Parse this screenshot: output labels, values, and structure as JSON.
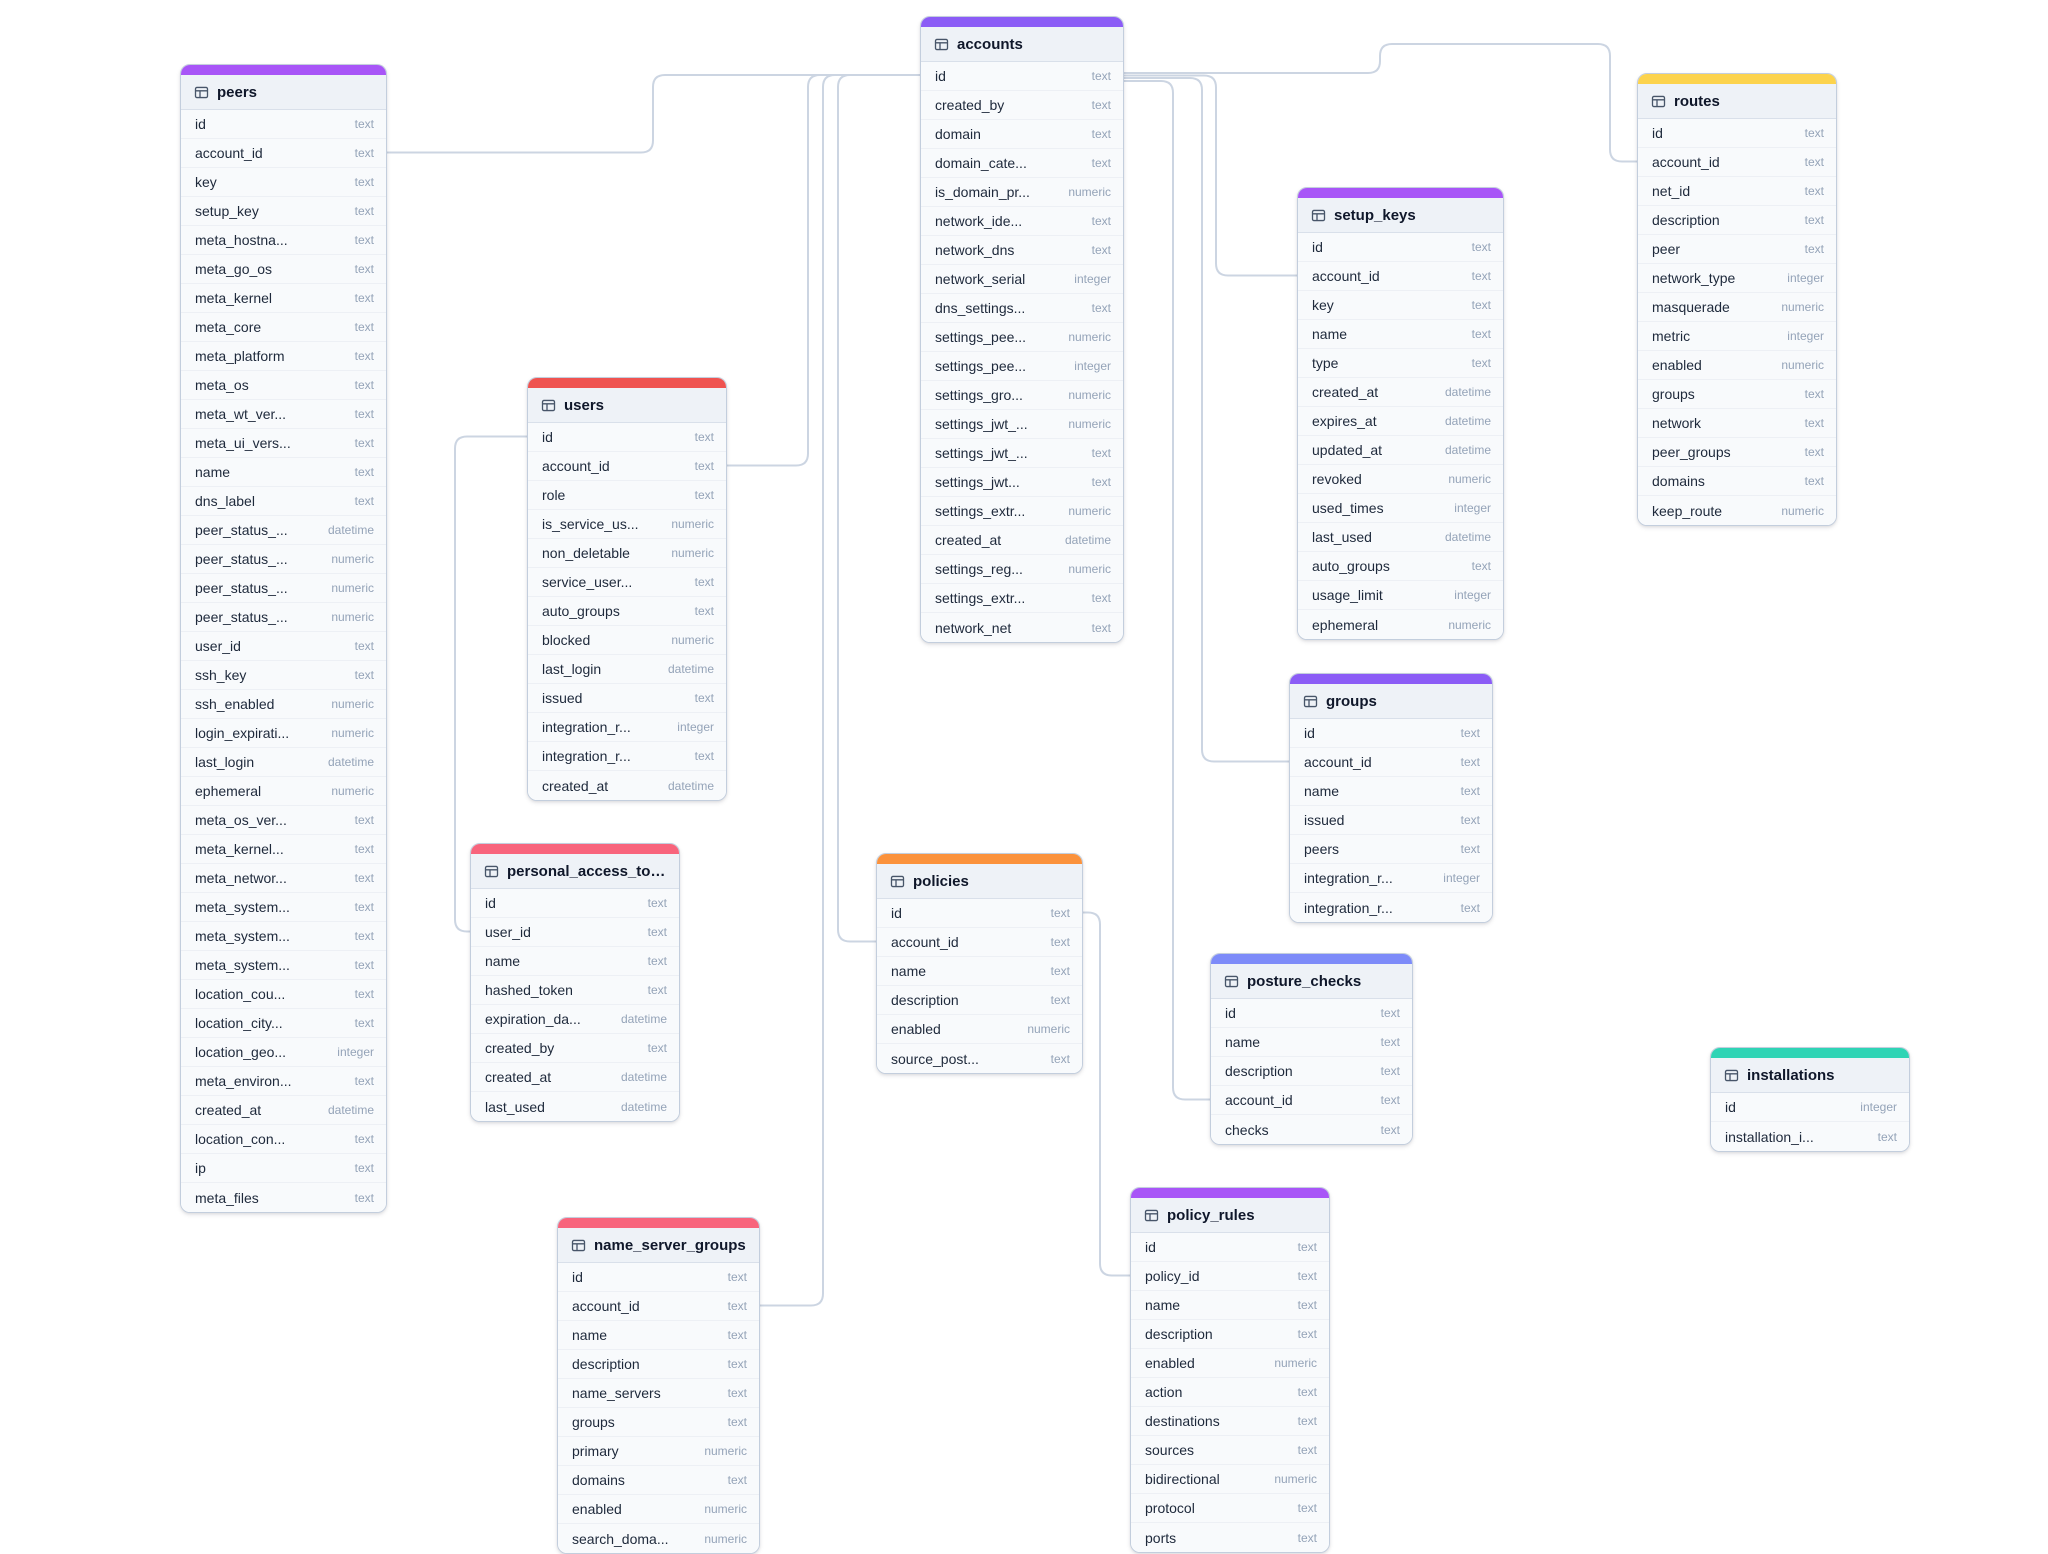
{
  "diagram": {
    "connector_color": "#ccd5e2",
    "tables": [
      {
        "name": "peers",
        "color": "#a855f7",
        "fields": [
          {
            "name": "id",
            "type": "text"
          },
          {
            "name": "account_id",
            "type": "text"
          },
          {
            "name": "key",
            "type": "text"
          },
          {
            "name": "setup_key",
            "type": "text"
          },
          {
            "name": "meta_hostna...",
            "type": "text"
          },
          {
            "name": "meta_go_os",
            "type": "text"
          },
          {
            "name": "meta_kernel",
            "type": "text"
          },
          {
            "name": "meta_core",
            "type": "text"
          },
          {
            "name": "meta_platform",
            "type": "text"
          },
          {
            "name": "meta_os",
            "type": "text"
          },
          {
            "name": "meta_wt_ver...",
            "type": "text"
          },
          {
            "name": "meta_ui_vers...",
            "type": "text"
          },
          {
            "name": "name",
            "type": "text"
          },
          {
            "name": "dns_label",
            "type": "text"
          },
          {
            "name": "peer_status_...",
            "type": "datetime"
          },
          {
            "name": "peer_status_...",
            "type": "numeric"
          },
          {
            "name": "peer_status_...",
            "type": "numeric"
          },
          {
            "name": "peer_status_...",
            "type": "numeric"
          },
          {
            "name": "user_id",
            "type": "text"
          },
          {
            "name": "ssh_key",
            "type": "text"
          },
          {
            "name": "ssh_enabled",
            "type": "numeric"
          },
          {
            "name": "login_expirati...",
            "type": "numeric"
          },
          {
            "name": "last_login",
            "type": "datetime"
          },
          {
            "name": "ephemeral",
            "type": "numeric"
          },
          {
            "name": "meta_os_ver...",
            "type": "text"
          },
          {
            "name": "meta_kernel...",
            "type": "text"
          },
          {
            "name": "meta_networ...",
            "type": "text"
          },
          {
            "name": "meta_system...",
            "type": "text"
          },
          {
            "name": "meta_system...",
            "type": "text"
          },
          {
            "name": "meta_system...",
            "type": "text"
          },
          {
            "name": "location_cou...",
            "type": "text"
          },
          {
            "name": "location_city...",
            "type": "text"
          },
          {
            "name": "location_geo...",
            "type": "integer"
          },
          {
            "name": "meta_environ...",
            "type": "text"
          },
          {
            "name": "created_at",
            "type": "datetime"
          },
          {
            "name": "location_con...",
            "type": "text"
          },
          {
            "name": "ip",
            "type": "text"
          },
          {
            "name": "meta_files",
            "type": "text"
          }
        ]
      },
      {
        "name": "users",
        "color": "#ef5350",
        "fields": [
          {
            "name": "id",
            "type": "text"
          },
          {
            "name": "account_id",
            "type": "text"
          },
          {
            "name": "role",
            "type": "text"
          },
          {
            "name": "is_service_us...",
            "type": "numeric"
          },
          {
            "name": "non_deletable",
            "type": "numeric"
          },
          {
            "name": "service_user...",
            "type": "text"
          },
          {
            "name": "auto_groups",
            "type": "text"
          },
          {
            "name": "blocked",
            "type": "numeric"
          },
          {
            "name": "last_login",
            "type": "datetime"
          },
          {
            "name": "issued",
            "type": "text"
          },
          {
            "name": "integration_r...",
            "type": "integer"
          },
          {
            "name": "integration_r...",
            "type": "text"
          },
          {
            "name": "created_at",
            "type": "datetime"
          }
        ]
      },
      {
        "name": "personal_access_tokens",
        "color": "#f8647c",
        "fields": [
          {
            "name": "id",
            "type": "text"
          },
          {
            "name": "user_id",
            "type": "text"
          },
          {
            "name": "name",
            "type": "text"
          },
          {
            "name": "hashed_token",
            "type": "text"
          },
          {
            "name": "expiration_da...",
            "type": "datetime"
          },
          {
            "name": "created_by",
            "type": "text"
          },
          {
            "name": "created_at",
            "type": "datetime"
          },
          {
            "name": "last_used",
            "type": "datetime"
          }
        ]
      },
      {
        "name": "accounts",
        "color": "#8b5cf6",
        "fields": [
          {
            "name": "id",
            "type": "text"
          },
          {
            "name": "created_by",
            "type": "text"
          },
          {
            "name": "domain",
            "type": "text"
          },
          {
            "name": "domain_cate...",
            "type": "text"
          },
          {
            "name": "is_domain_pr...",
            "type": "numeric"
          },
          {
            "name": "network_ide...",
            "type": "text"
          },
          {
            "name": "network_dns",
            "type": "text"
          },
          {
            "name": "network_serial",
            "type": "integer"
          },
          {
            "name": "dns_settings...",
            "type": "text"
          },
          {
            "name": "settings_pee...",
            "type": "numeric"
          },
          {
            "name": "settings_pee...",
            "type": "integer"
          },
          {
            "name": "settings_gro...",
            "type": "numeric"
          },
          {
            "name": "settings_jwt_...",
            "type": "numeric"
          },
          {
            "name": "settings_jwt_...",
            "type": "text"
          },
          {
            "name": "settings_jwt...",
            "type": "text"
          },
          {
            "name": "settings_extr...",
            "type": "numeric"
          },
          {
            "name": "created_at",
            "type": "datetime"
          },
          {
            "name": "settings_reg...",
            "type": "numeric"
          },
          {
            "name": "settings_extr...",
            "type": "text"
          },
          {
            "name": "network_net",
            "type": "text"
          }
        ]
      },
      {
        "name": "name_server_groups",
        "color": "#f8647c",
        "fields": [
          {
            "name": "id",
            "type": "text"
          },
          {
            "name": "account_id",
            "type": "text"
          },
          {
            "name": "name",
            "type": "text"
          },
          {
            "name": "description",
            "type": "text"
          },
          {
            "name": "name_servers",
            "type": "text"
          },
          {
            "name": "groups",
            "type": "text"
          },
          {
            "name": "primary",
            "type": "numeric"
          },
          {
            "name": "domains",
            "type": "text"
          },
          {
            "name": "enabled",
            "type": "numeric"
          },
          {
            "name": "search_doma...",
            "type": "numeric"
          }
        ]
      },
      {
        "name": "policies",
        "color": "#fb923c",
        "fields": [
          {
            "name": "id",
            "type": "text"
          },
          {
            "name": "account_id",
            "type": "text"
          },
          {
            "name": "name",
            "type": "text"
          },
          {
            "name": "description",
            "type": "text"
          },
          {
            "name": "enabled",
            "type": "numeric"
          },
          {
            "name": "source_post...",
            "type": "text"
          }
        ]
      },
      {
        "name": "setup_keys",
        "color": "#a855f7",
        "fields": [
          {
            "name": "id",
            "type": "text"
          },
          {
            "name": "account_id",
            "type": "text"
          },
          {
            "name": "key",
            "type": "text"
          },
          {
            "name": "name",
            "type": "text"
          },
          {
            "name": "type",
            "type": "text"
          },
          {
            "name": "created_at",
            "type": "datetime"
          },
          {
            "name": "expires_at",
            "type": "datetime"
          },
          {
            "name": "updated_at",
            "type": "datetime"
          },
          {
            "name": "revoked",
            "type": "numeric"
          },
          {
            "name": "used_times",
            "type": "integer"
          },
          {
            "name": "last_used",
            "type": "datetime"
          },
          {
            "name": "auto_groups",
            "type": "text"
          },
          {
            "name": "usage_limit",
            "type": "integer"
          },
          {
            "name": "ephemeral",
            "type": "numeric"
          }
        ]
      },
      {
        "name": "groups",
        "color": "#8b5cf6",
        "fields": [
          {
            "name": "id",
            "type": "text"
          },
          {
            "name": "account_id",
            "type": "text"
          },
          {
            "name": "name",
            "type": "text"
          },
          {
            "name": "issued",
            "type": "text"
          },
          {
            "name": "peers",
            "type": "text"
          },
          {
            "name": "integration_r...",
            "type": "integer"
          },
          {
            "name": "integration_r...",
            "type": "text"
          }
        ]
      },
      {
        "name": "posture_checks",
        "color": "#7d8bf9",
        "fields": [
          {
            "name": "id",
            "type": "text"
          },
          {
            "name": "name",
            "type": "text"
          },
          {
            "name": "description",
            "type": "text"
          },
          {
            "name": "account_id",
            "type": "text"
          },
          {
            "name": "checks",
            "type": "text"
          }
        ]
      },
      {
        "name": "policy_rules",
        "color": "#a855f7",
        "fields": [
          {
            "name": "id",
            "type": "text"
          },
          {
            "name": "policy_id",
            "type": "text"
          },
          {
            "name": "name",
            "type": "text"
          },
          {
            "name": "description",
            "type": "text"
          },
          {
            "name": "enabled",
            "type": "numeric"
          },
          {
            "name": "action",
            "type": "text"
          },
          {
            "name": "destinations",
            "type": "text"
          },
          {
            "name": "sources",
            "type": "text"
          },
          {
            "name": "bidirectional",
            "type": "numeric"
          },
          {
            "name": "protocol",
            "type": "text"
          },
          {
            "name": "ports",
            "type": "text"
          }
        ]
      },
      {
        "name": "routes",
        "color": "#fcd34d",
        "fields": [
          {
            "name": "id",
            "type": "text"
          },
          {
            "name": "account_id",
            "type": "text"
          },
          {
            "name": "net_id",
            "type": "text"
          },
          {
            "name": "description",
            "type": "text"
          },
          {
            "name": "peer",
            "type": "text"
          },
          {
            "name": "network_type",
            "type": "integer"
          },
          {
            "name": "masquerade",
            "type": "numeric"
          },
          {
            "name": "metric",
            "type": "integer"
          },
          {
            "name": "enabled",
            "type": "numeric"
          },
          {
            "name": "groups",
            "type": "text"
          },
          {
            "name": "network",
            "type": "text"
          },
          {
            "name": "peer_groups",
            "type": "text"
          },
          {
            "name": "domains",
            "type": "text"
          },
          {
            "name": "keep_route",
            "type": "numeric"
          }
        ]
      },
      {
        "name": "installations",
        "color": "#2fd4b5",
        "fields": [
          {
            "name": "id",
            "type": "integer"
          },
          {
            "name": "installation_i...",
            "type": "text"
          }
        ]
      }
    ],
    "relationships": [
      {
        "from": "peers.account_id",
        "to": "accounts.id"
      },
      {
        "from": "users.account_id",
        "to": "accounts.id"
      },
      {
        "from": "name_server_groups.account_id",
        "to": "accounts.id"
      },
      {
        "from": "policies.account_id",
        "to": "accounts.id"
      },
      {
        "from": "setup_keys.account_id",
        "to": "accounts.id"
      },
      {
        "from": "groups.account_id",
        "to": "accounts.id"
      },
      {
        "from": "posture_checks.account_id",
        "to": "accounts.id"
      },
      {
        "from": "routes.account_id",
        "to": "accounts.id"
      },
      {
        "from": "personal_access_tokens.user_id",
        "to": "users.id"
      },
      {
        "from": "policy_rules.policy_id",
        "to": "policies.id"
      }
    ]
  }
}
